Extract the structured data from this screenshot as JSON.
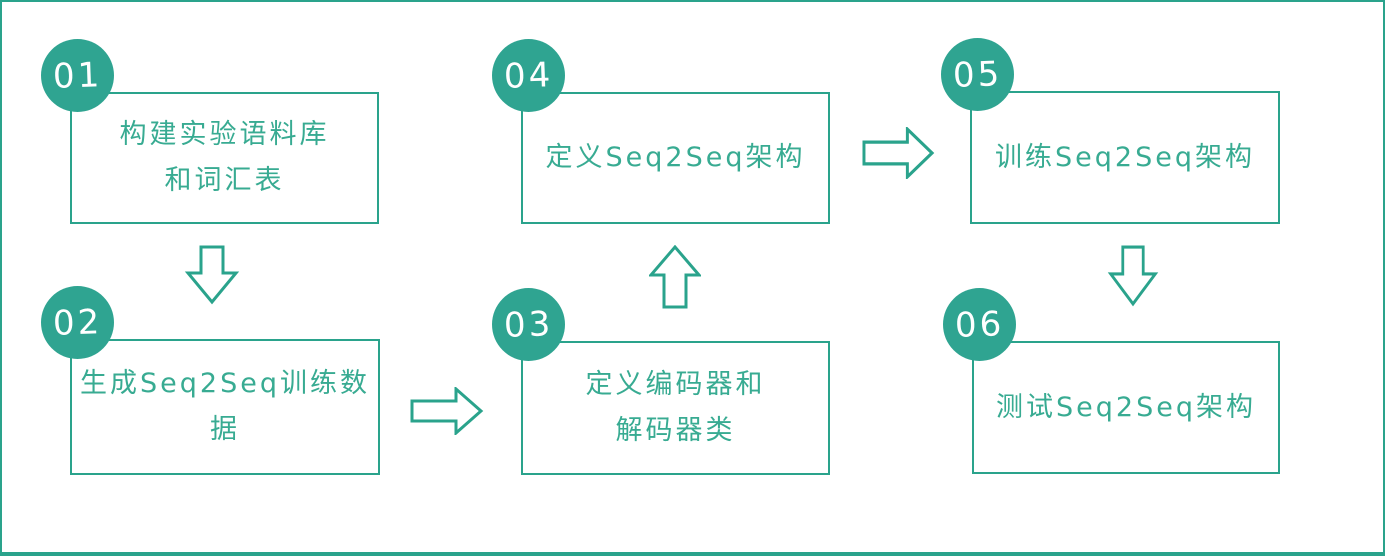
{
  "diagram": {
    "colors": {
      "accent": "#2aa38c",
      "circle_fill": "#2fa491",
      "text": "#38ab92",
      "background": "#ffffff"
    },
    "steps": [
      {
        "number": "01",
        "label": "构建实验语料库\n和词汇表"
      },
      {
        "number": "02",
        "label": "生成Seq2Seq训练数据"
      },
      {
        "number": "03",
        "label": "定义编码器和\n解码器类"
      },
      {
        "number": "04",
        "label": "定义Seq2Seq架构"
      },
      {
        "number": "05",
        "label": "训练Seq2Seq架构"
      },
      {
        "number": "06",
        "label": "测试Seq2Seq架构"
      }
    ],
    "arrows": [
      {
        "from": "01",
        "to": "02",
        "direction": "down"
      },
      {
        "from": "02",
        "to": "03",
        "direction": "right"
      },
      {
        "from": "03",
        "to": "04",
        "direction": "up"
      },
      {
        "from": "04",
        "to": "05",
        "direction": "right"
      },
      {
        "from": "05",
        "to": "06",
        "direction": "down"
      }
    ]
  }
}
